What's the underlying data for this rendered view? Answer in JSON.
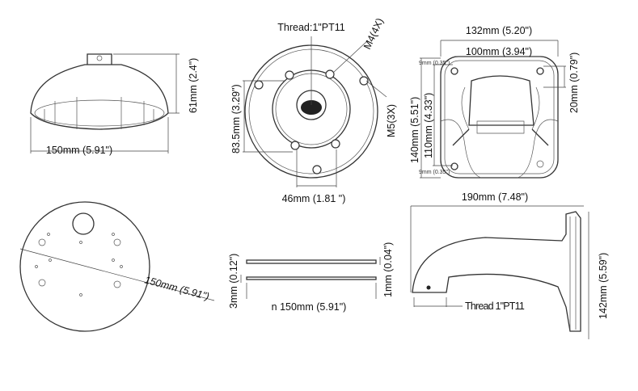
{
  "dome_view": {
    "height_label": "61mm (2.4\")",
    "width_label": "150mm (5.91\")"
  },
  "plate_top_view": {
    "thread_label": "Thread:1\"PT11",
    "m4_label": "M4(4X)",
    "m5_label": "M5(3X)",
    "height_label": "83.5mm (3.29\")",
    "width_label": "46mm (1.81 \")"
  },
  "square_mount_view": {
    "outer_width_label": "132mm (5.20\")",
    "inner_width_label": "100mm (3.94\")",
    "outer_height_label": "140mm (5.51\")",
    "inner_height_label": "110mm (4.33\")",
    "slot_label": "20mm (0.79\")",
    "top_hole_label": "9mm (0.35\")",
    "bottom_hole_label": "9mm (0.35\")"
  },
  "round_plate_view": {
    "diameter_label": "150mm (5.91\")"
  },
  "plate_side_view": {
    "thickness_left_label": "3mm (0.12\")",
    "thickness_right_label": "1mm (0.04\")",
    "width_label": "n 150mm (5.91\")"
  },
  "arm_side_view": {
    "length_label": "190mm (7.48\")",
    "height_label": "142mm (5.59\")",
    "thread_label": "Thread 1\"PT11"
  }
}
